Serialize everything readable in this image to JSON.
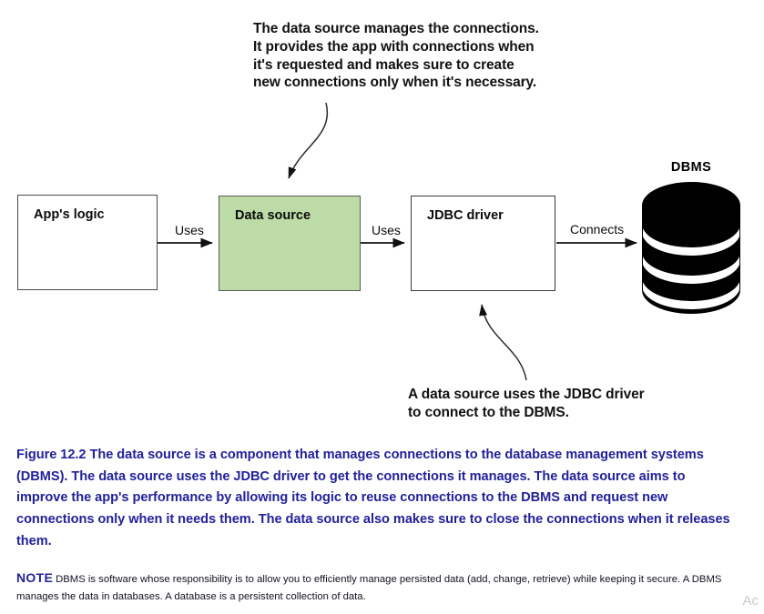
{
  "figure": {
    "callouts": {
      "top": "The data source manages the connections.\nIt provides the app with connections when\nit's requested and makes sure to create\nnew connections only when it's necessary.",
      "bottom": "A data source uses the JDBC driver\nto connect to the DBMS."
    },
    "nodes": [
      {
        "id": "app-logic",
        "label": "App's logic",
        "fill": "#ffffff"
      },
      {
        "id": "data-source",
        "label": "Data source",
        "fill": "#bcdba6"
      },
      {
        "id": "jdbc-driver",
        "label": "JDBC driver",
        "fill": "#ffffff"
      },
      {
        "id": "dbms",
        "label": "DBMS",
        "fill": "#000000"
      }
    ],
    "edges": [
      {
        "from": "app-logic",
        "to": "data-source",
        "label": "Uses"
      },
      {
        "from": "data-source",
        "to": "jdbc-driver",
        "label": "Uses"
      },
      {
        "from": "jdbc-driver",
        "to": "dbms",
        "label": "Connects"
      }
    ],
    "colors": {
      "data_source_fill": "#bcdba6",
      "caption_blue": "#21219c",
      "dbms_black": "#000000",
      "box_stroke": "#4a4a4a"
    }
  },
  "caption": {
    "text": "Figure 12.2 The data source is a component that manages connections to the database management systems (DBMS). The data source uses the JDBC driver to get the connections it manages. The data source aims to improve the app's performance by allowing its logic to reuse connections to the DBMS and request new connections only when it needs them. The data source also makes sure to close the connections when it releases them."
  },
  "note": {
    "label": "NOTE",
    "text": "DBMS is software whose responsibility is to allow you to efficiently manage persisted data (add, change, retrieve) while keeping it secure. A DBMS manages the data in databases. A database is a persistent collection of data."
  },
  "artifacts": {
    "corner_text": "Ac"
  }
}
